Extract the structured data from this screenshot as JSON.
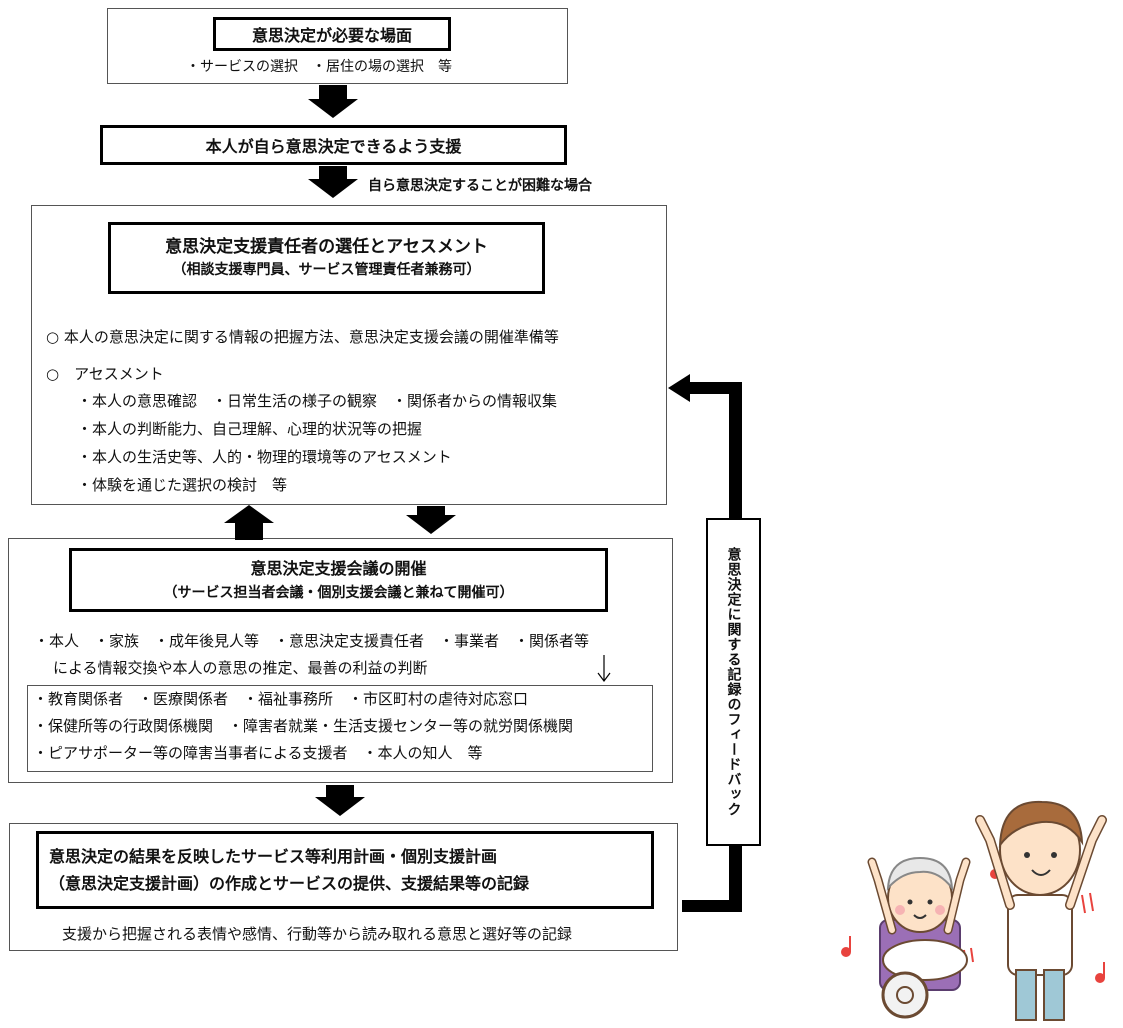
{
  "step1": {
    "title": "意思決定が必要な場面",
    "detail": "・サービスの選択　・居住の場の選択　等"
  },
  "step2": {
    "title": "本人が自ら意思決定できるよう支援",
    "condition": "自ら意思決定することが困難な場合"
  },
  "step3": {
    "title": "意思決定支援責任者の選任とアセスメント",
    "subtitle": "（相談支援専門員、サービス管理責任者兼務可）",
    "items": [
      "○ 本人の意思決定に関する情報の把握方法、意思決定支援会議の開催準備等",
      "○　アセスメント",
      "・本人の意思確認　・日常生活の様子の観察　・関係者からの情報収集",
      "・本人の判断能力、自己理解、心理的状況等の把握",
      "・本人の生活史等、人的・物理的環境等のアセスメント",
      "・体験を通じた選択の検討　等"
    ]
  },
  "step4": {
    "title": "意思決定支援会議の開催",
    "subtitle": "（サービス担当者会議・個別支援会議と兼ねて開催可）",
    "participants": "・本人　・家族　・成年後見人等　・意思決定支援責任者　・事業者　・関係者等",
    "purpose": "による情報交換や本人の意思の推定、最善の利益の判断",
    "related_parties": [
      "・教育関係者　・医療関係者　・福祉事務所　・市区町村の虐待対応窓口",
      "・保健所等の行政関係機関　・障害者就業・生活支援センター等の就労関係機関",
      "・ピアサポーター等の障害当事者による支援者　・本人の知人　等"
    ]
  },
  "step5": {
    "title_line1": "意思決定の結果を反映したサービス等利用計画・個別支援計画",
    "title_line2": "（意思決定支援計画）の作成とサービスの提供、支援結果等の記録",
    "note": "支援から把握される表情や感情、行動等から読み取れる意思と選好等の記録"
  },
  "feedback": {
    "label": "意思決定に関する記録のフィードバック"
  }
}
